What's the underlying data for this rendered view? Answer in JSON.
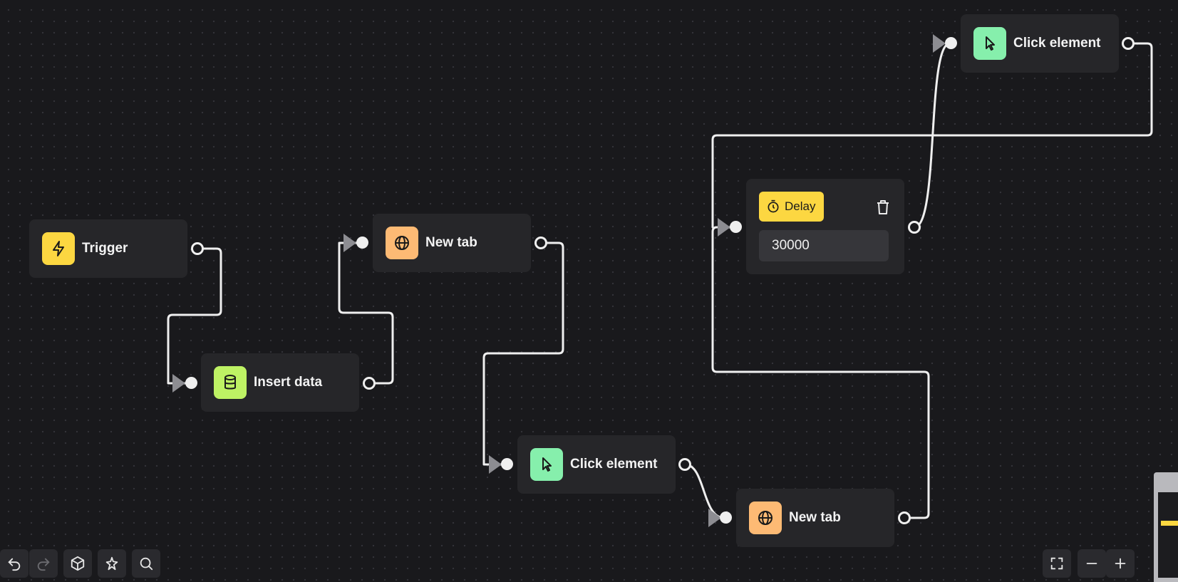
{
  "nodes": {
    "trigger": {
      "label": "Trigger",
      "icon": "lightning-icon",
      "color": "#fcd741"
    },
    "insert_data": {
      "label": "Insert data",
      "icon": "database-icon",
      "color": "#bef264"
    },
    "new_tab_1": {
      "label": "New tab",
      "icon": "globe-icon",
      "color": "#fdba74"
    },
    "click_element_1": {
      "label": "Click element",
      "icon": "cursor-icon",
      "color": "#86efac"
    },
    "new_tab_2": {
      "label": "New tab",
      "icon": "globe-icon",
      "color": "#fdba74"
    },
    "delay": {
      "label": "Delay",
      "icon": "timer-icon",
      "color": "#fcd741",
      "value": "30000",
      "delete_icon": "trash-icon"
    },
    "click_element_2": {
      "label": "Click element",
      "icon": "cursor-icon",
      "color": "#86efac"
    }
  },
  "toolbar": {
    "left": [
      "undo-icon",
      "redo-icon",
      "package-icon",
      "magic-icon",
      "search-icon"
    ],
    "right": [
      "fullscreen-icon",
      "zoom-out-icon",
      "zoom-in-icon"
    ]
  },
  "colors": {
    "canvas": "#19191c",
    "node": "#262629",
    "edge": "#efefef"
  }
}
